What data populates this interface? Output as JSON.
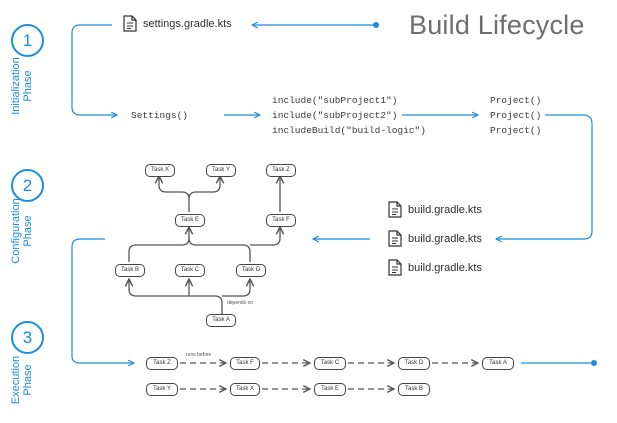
{
  "title": "Build Lifecycle",
  "phases": [
    {
      "number": "1",
      "label": "Initialization",
      "sublabel": "Phase"
    },
    {
      "number": "2",
      "label": "Configuration",
      "sublabel": "Phase"
    },
    {
      "number": "3",
      "label": "Execution",
      "sublabel": "Phase"
    }
  ],
  "initialization": {
    "settings_file": "settings.gradle.kts",
    "settings_call": "Settings()",
    "includes": [
      "include(\"subProject1\")",
      "include(\"subProject2\")",
      "includeBuild(\"build-logic\")"
    ],
    "projects": [
      "Project()",
      "Project()",
      "Project()"
    ]
  },
  "configuration": {
    "build_files": [
      "build.gradle.kts",
      "build.gradle.kts",
      "build.gradle.kts"
    ],
    "tasks": {
      "x": "Task X",
      "y": "Task Y",
      "z": "Task Z",
      "e": "Task E",
      "f": "Task F",
      "b": "Task B",
      "c": "Task C",
      "d": "Task D",
      "a": "Task A"
    },
    "depends_on_label": "depends on"
  },
  "execution": {
    "row1": [
      "Task Z",
      "Task F",
      "Task C",
      "Task D",
      "Task A"
    ],
    "row2": [
      "Task Y",
      "Task X",
      "Task E",
      "Task B"
    ],
    "runs_before_label": "runs before"
  },
  "colors": {
    "accent": "#1a8de0",
    "task_border": "#444444",
    "title": "#6e6e6e"
  },
  "icons": {
    "file": "document-icon"
  }
}
